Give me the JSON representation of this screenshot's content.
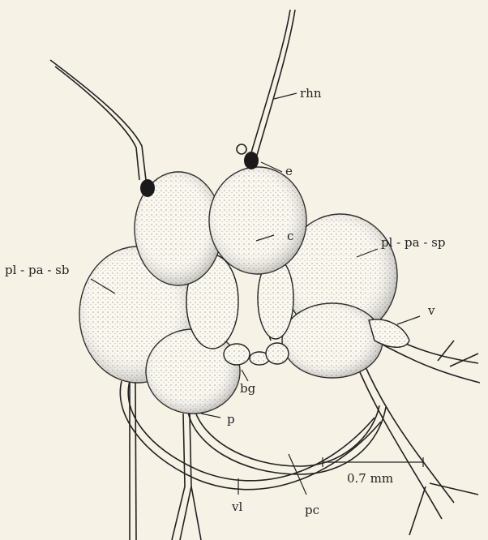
{
  "labels": {
    "rhn": "rhn",
    "e": "e",
    "c": "c",
    "pl_pa_sb": "pl - pa - sb",
    "pl_pa_sp": "pl - pa - sp",
    "v": "v",
    "bg": "bg",
    "p": "p",
    "vl": "vl",
    "pc": "pc"
  },
  "scale_bar": {
    "label": "0.7 mm"
  }
}
